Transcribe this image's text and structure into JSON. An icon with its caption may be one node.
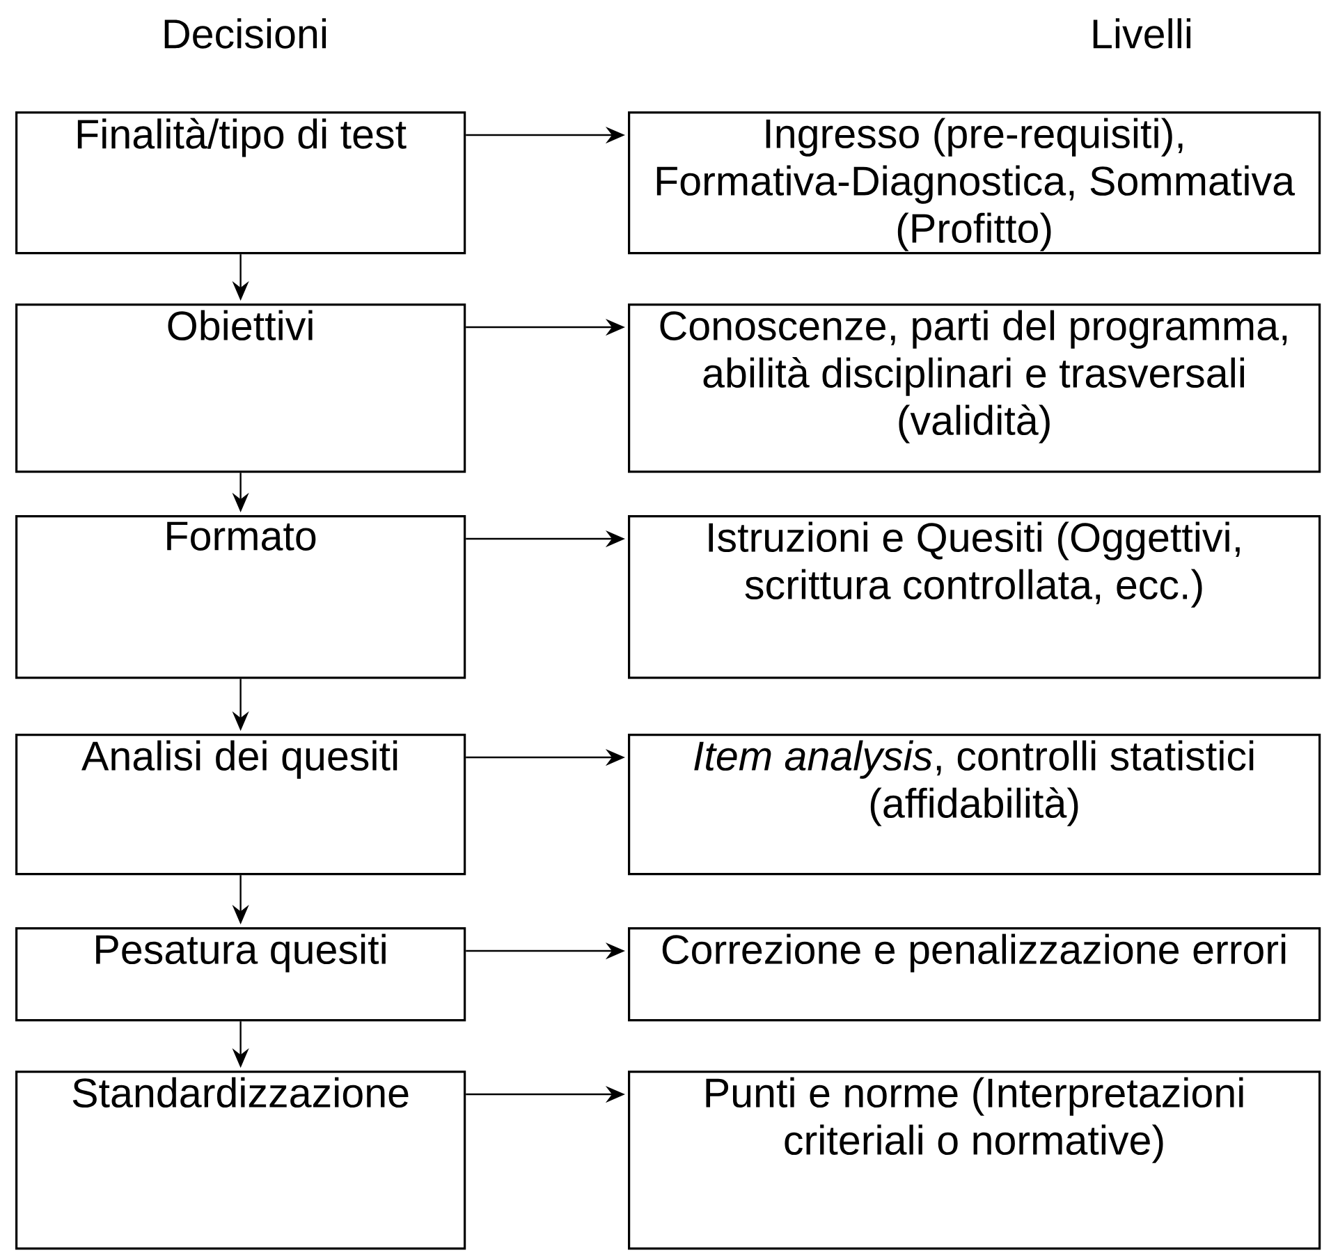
{
  "diagram": {
    "nodes": [
      {
        "text": [
          "Finalità/tipo di test"
        ]
      },
      {
        "text": [
          "Ingresso (pre-requisiti), Formativa-Diagnostica, Sommativa (Profitto)"
        ]
      },
      {
        "text": [
          "Obiettivi"
        ]
      },
      {
        "text": [
          "Conoscenze, parti del programma, abilità disciplinari e trasversali (validità)"
        ]
      },
      {
        "text": [
          "Formato"
        ]
      },
      {
        "text": [
          "Istruzioni e Quesiti (Oggettivi, scrittura controllata, ecc.)"
        ]
      },
      {
        "text": [
          "Analisi dei quesiti"
        ]
      },
      {
        "text": [
          "*Item analysis*, controlli statistici (affidabilità)"
        ]
      },
      {
        "text": [
          "Pesatura quesiti"
        ]
      },
      {
        "text": [
          "Correzione e penalizzazione errori"
        ]
      },
      {
        "text": [
          "Standardizzazione"
        ]
      },
      {
        "text": [
          "Punti e norme (Interpretazioni criteriali o normative)"
        ]
      }
    ],
    "edges": [
      {
        "from": 0,
        "to": 1,
        "arrow": "to"
      },
      {
        "from": 0,
        "to": 2,
        "arrow": "to"
      },
      {
        "from": 2,
        "to": 3,
        "arrow": "to"
      },
      {
        "from": 2,
        "to": 4,
        "arrow": "to"
      },
      {
        "from": 4,
        "to": 5,
        "arrow": "to"
      },
      {
        "from": 4,
        "to": 6,
        "arrow": "to"
      },
      {
        "from": 6,
        "to": 7,
        "arrow": "to"
      },
      {
        "from": 6,
        "to": 8,
        "arrow": "to"
      },
      {
        "from": 8,
        "to": 9,
        "arrow": "to"
      },
      {
        "from": 8,
        "to": 10,
        "arrow": "to"
      },
      {
        "from": 10,
        "to": 11,
        "arrow": "to"
      }
    ],
    "labels": [
      "Decisioni",
      "Livelli"
    ]
  }
}
